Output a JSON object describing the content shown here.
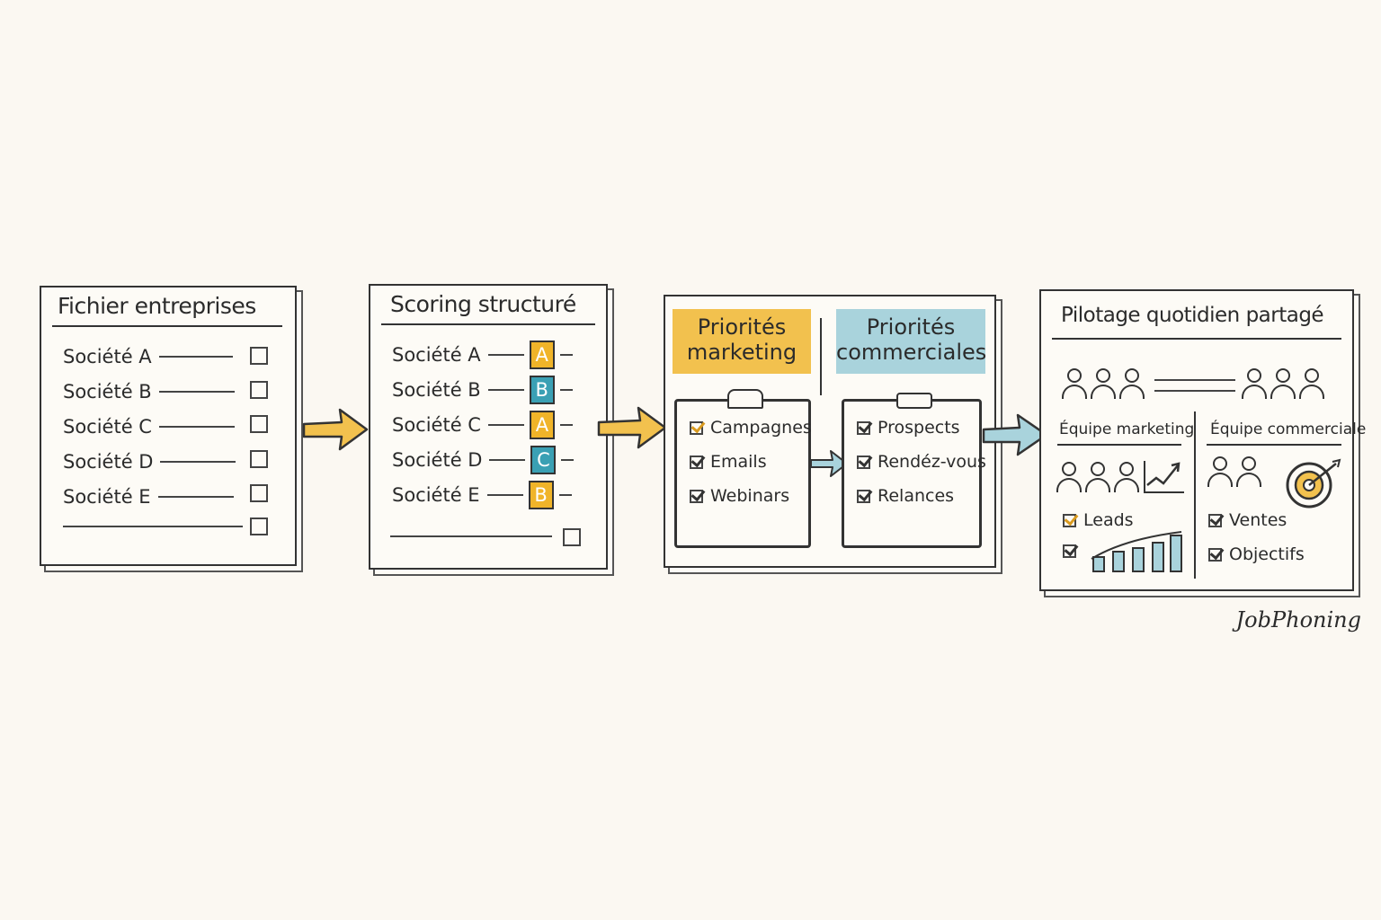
{
  "step1": {
    "title": "Fichier entreprises",
    "rows": [
      "Société A",
      "Société B",
      "Société C",
      "Société D",
      "Société E"
    ]
  },
  "step2": {
    "title": "Scoring structuré",
    "rows": [
      {
        "label": "Société A",
        "grade": "A",
        "color": "#f0b429"
      },
      {
        "label": "Société B",
        "grade": "B",
        "color": "#3aa0b4"
      },
      {
        "label": "Société C",
        "grade": "A",
        "color": "#f0b429"
      },
      {
        "label": "Société D",
        "grade": "C",
        "color": "#3aa0b4"
      },
      {
        "label": "Société E",
        "grade": "B",
        "color": "#f0b429"
      }
    ]
  },
  "step3": {
    "marketing": {
      "title_line1": "Priorités",
      "title_line2": "marketing",
      "color": "#f2c14e",
      "items": [
        "Campagnes",
        "Emails",
        "Webinars"
      ]
    },
    "commercial": {
      "title_line1": "Priorités",
      "title_line2": "commerciales",
      "color": "#a9d3dc",
      "items": [
        "Prospects",
        "Rendéz-vous",
        "Relances"
      ]
    }
  },
  "step4": {
    "title": "Pilotage quotidien partagé",
    "marketing_team": "Équipe marketing",
    "commercial_team": "Équipe commerciale",
    "marketing_items": [
      "Leads"
    ],
    "commercial_items": [
      "Ventes",
      "Objectifs"
    ]
  },
  "colors": {
    "gold": "#f0b429",
    "teal": "#3aa0b4",
    "ink": "#2b2b2b"
  },
  "signature": "JobPhoning"
}
